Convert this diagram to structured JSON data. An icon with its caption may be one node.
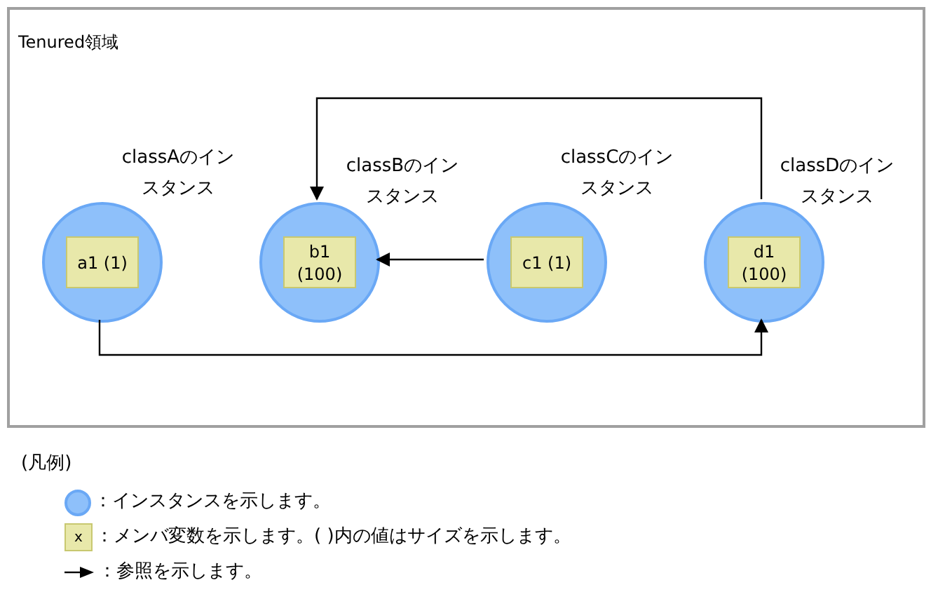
{
  "diagram": {
    "nodes": [
      {
        "text": [
          "Tenured領域"
        ]
      },
      {
        "text": [],
        "shape": "circle",
        "in": 0,
        "beside": [
          "classAのインスタンス"
        ]
      },
      {
        "text": [
          "a1 (1)"
        ],
        "in": 1
      },
      {
        "text": [],
        "shape": "circle",
        "in": 0,
        "beside": [
          "classBのインスタンス"
        ]
      },
      {
        "text": [
          "b1 (100)"
        ],
        "in": 3
      },
      {
        "text": [],
        "shape": "circle",
        "in": 0,
        "beside": [
          "classCのインスタンス"
        ]
      },
      {
        "text": [
          "c1 (1)"
        ],
        "in": 5
      },
      {
        "text": [],
        "shape": "circle",
        "in": 0,
        "beside": [
          "classDのインスタンス"
        ]
      },
      {
        "text": [
          "d1 (100)"
        ],
        "in": 7
      }
    ],
    "edges": [
      {
        "from": 5,
        "to": 3,
        "arrow": "to"
      },
      {
        "from": 7,
        "to": 3,
        "arrow": "to"
      },
      {
        "from": 1,
        "to": 7,
        "arrow": "to"
      }
    ],
    "labels": [
      "(凡例)",
      "x"
    ],
    "legend": [
      {
        "text": "：インスタンスを示します。",
        "color": "#8ec0fa"
      },
      {
        "text": "：メンバ変数を示します。( )内の値はサイズを示します。",
        "color": "#e8e8aa"
      },
      {
        "text": "：参照を示します。"
      }
    ]
  }
}
